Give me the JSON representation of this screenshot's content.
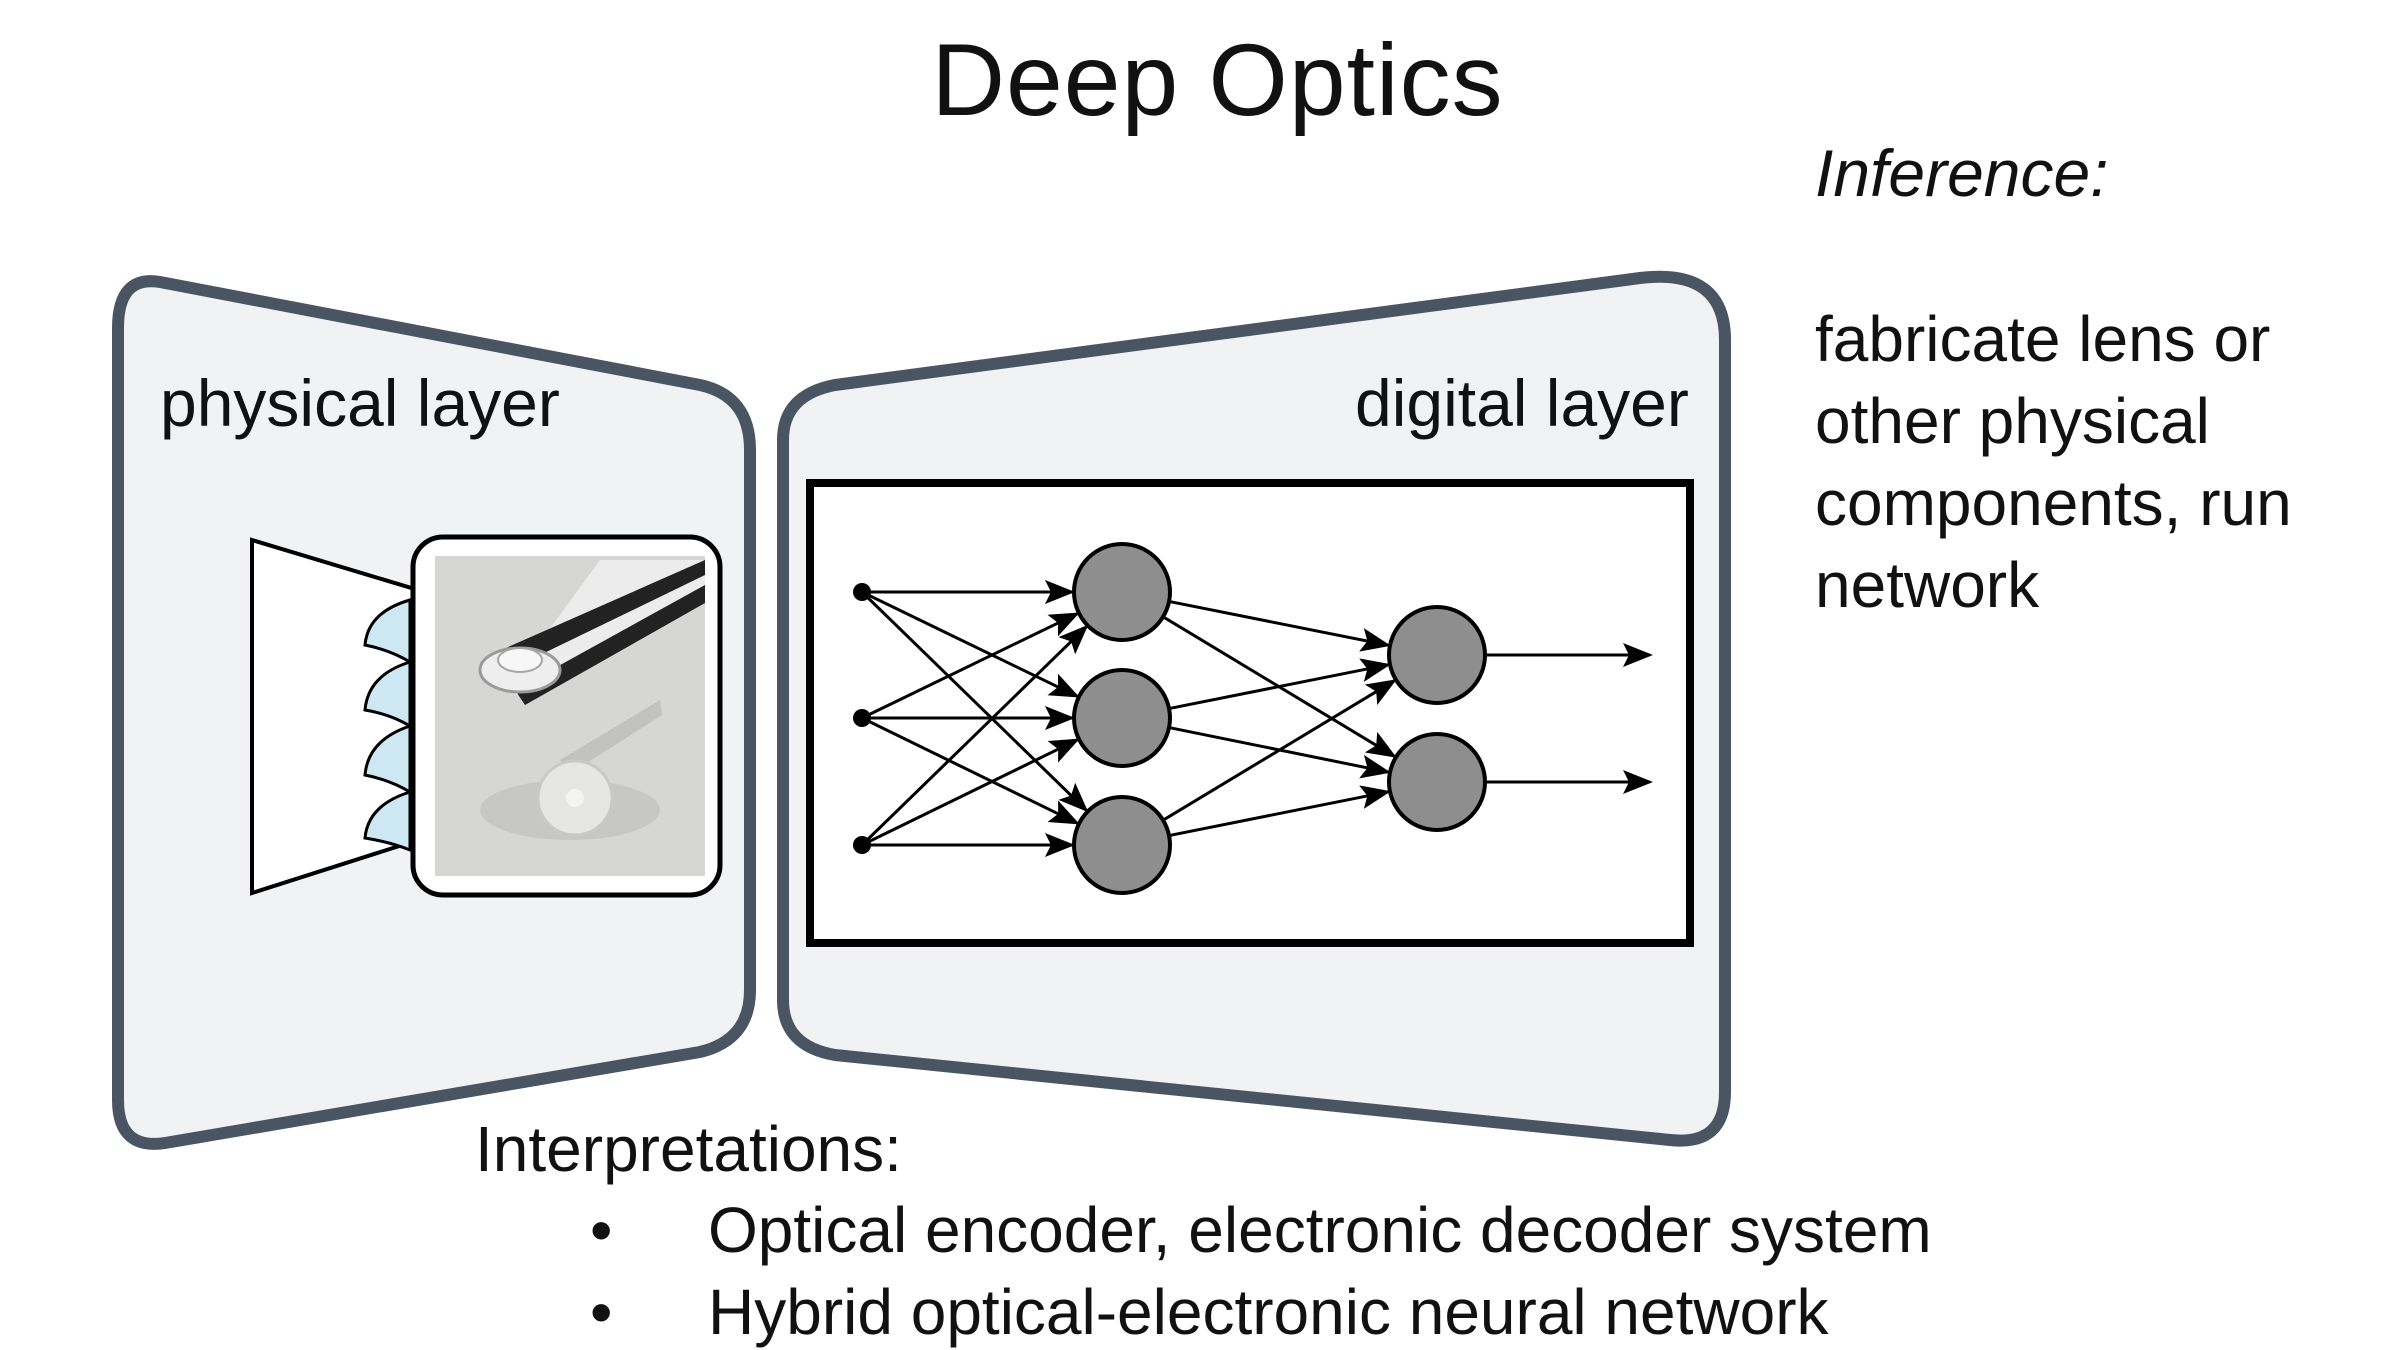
{
  "title": "Deep Optics",
  "physical_panel": {
    "label": "physical layer"
  },
  "digital_panel": {
    "label": "digital layer"
  },
  "inference": {
    "heading": "Inference:",
    "lines": [
      "fabricate lens or",
      "other physical",
      "components, run",
      "network"
    ]
  },
  "interpretations": {
    "heading": "Interpretations:",
    "bullet": "•",
    "items": [
      "Optical encoder, electronic decoder system",
      "Hybrid optical-electronic neural network"
    ]
  },
  "network": {
    "inputs": 3,
    "hidden": 3,
    "outputs": 2
  },
  "colors": {
    "panel_fill": "#f1f2f4",
    "panel_border": "#4a5563",
    "node_fill": "#8e8e8e",
    "lens_fill": "#cde8f3"
  }
}
